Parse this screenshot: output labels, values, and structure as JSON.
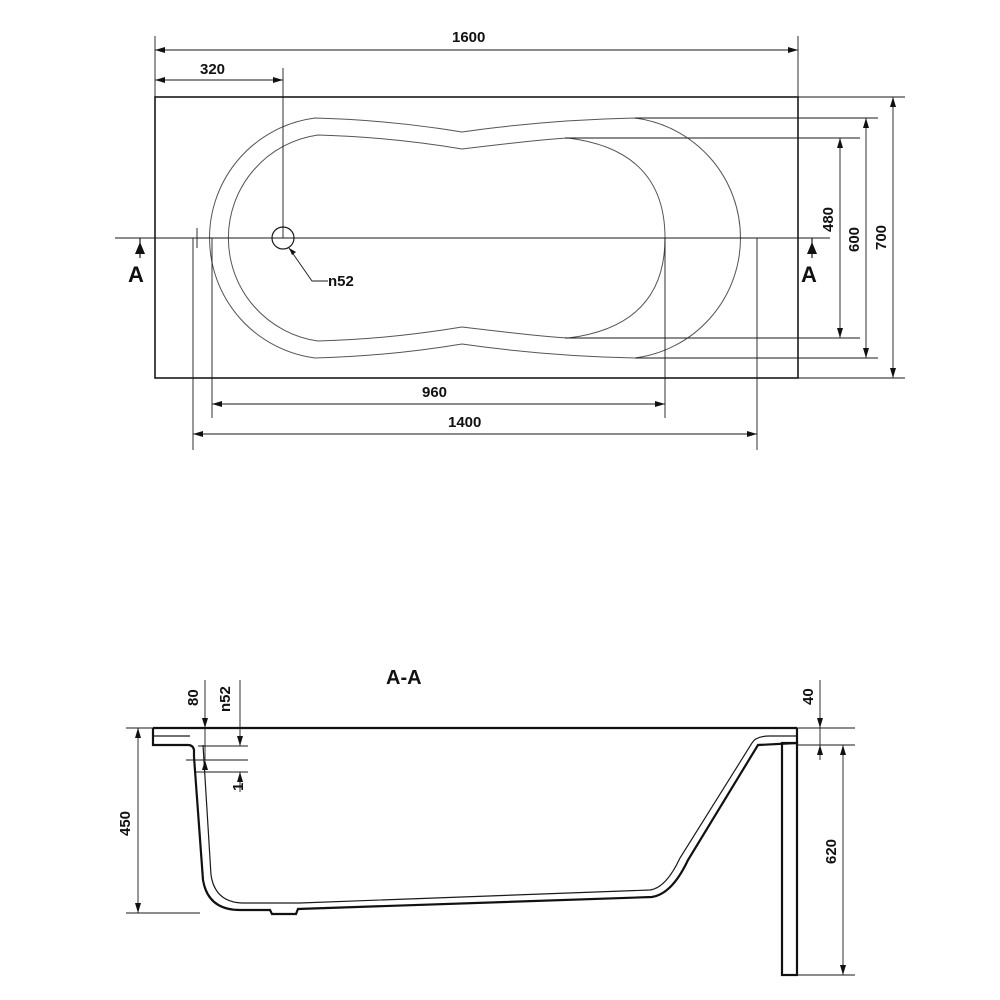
{
  "plan_view": {
    "dims": {
      "overall_length": "1600",
      "drain_offset": "320",
      "inner_length_960": "960",
      "inner_length_1400": "1400",
      "width_480": "480",
      "width_600": "600",
      "width_700": "700"
    },
    "drain_label": "n52",
    "section_marker_left": "A",
    "section_marker_right": "A"
  },
  "section_view": {
    "title": "A-A",
    "dims": {
      "rim_80": "80",
      "drain_n52": "n52",
      "slope_1": "1",
      "height_450": "450",
      "rim_40": "40",
      "leg_620": "620"
    }
  }
}
